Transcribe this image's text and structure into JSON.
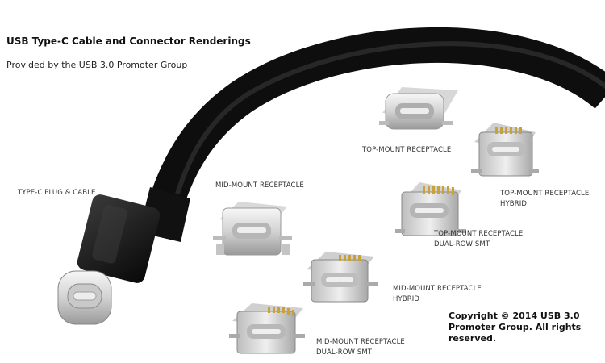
{
  "title": "USB Type-C Cable and Connector Renderings",
  "subtitle": "Provided by the USB 3.0 Promoter Group",
  "labels": {
    "plug_cable": "TYPE-C PLUG & CABLE",
    "mid_mount": "MID-MOUNT RECEPTACLE",
    "top_mount": "TOP-MOUNT RECEPTACLE",
    "top_mount_hybrid_line1": "TOP-MOUNT RECEPTACLE",
    "top_mount_hybrid_line2": "HYBRID",
    "top_mount_dualrow_line1": "TOP-MOUNT RECEPTACLE",
    "top_mount_dualrow_line2": "DUAL-ROW SMT",
    "mid_mount_hybrid_line1": "MID-MOUNT RECEPTACLE",
    "mid_mount_hybrid_line2": "HYBRID",
    "mid_mount_dualrow_line1": "MID-MOUNT RECEPTACLE",
    "mid_mount_dualrow_line2": "DUAL-ROW SMT"
  },
  "copyright": {
    "line1": "Copyright © 2014 USB 3.0",
    "line2": "Promoter Group. All rights",
    "line3": "reserved."
  }
}
